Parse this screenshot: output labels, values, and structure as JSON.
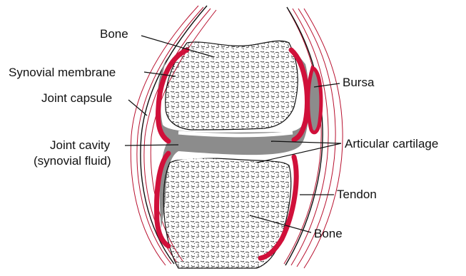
{
  "labels": {
    "bone_top": "Bone",
    "synovial_membrane": "Synovial membrane",
    "joint_capsule": "Joint capsule",
    "joint_cavity_line1": "Joint cavity",
    "joint_cavity_line2": "(synovial fluid)",
    "bursa": "Bursa",
    "articular_cartilage": "Articular cartilage",
    "tendon": "Tendon",
    "bone_bottom": "Bone"
  },
  "colors": {
    "synovial_membrane": "#d0103a",
    "joint_capsule_lines": "#b8102e",
    "cavity_fill": "#8c8c8c",
    "bone_texture": "#222222",
    "leader_lines": "#111111"
  }
}
